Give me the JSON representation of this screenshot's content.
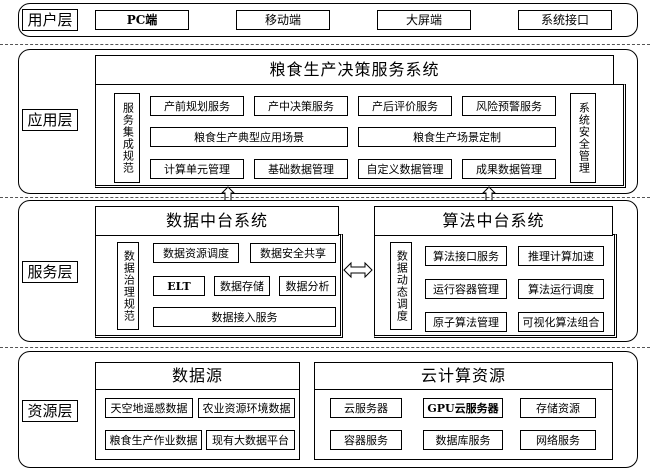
{
  "layers": {
    "user": {
      "label": "用户层",
      "items": [
        "PC端",
        "移动端",
        "大屏端",
        "系统接口"
      ]
    },
    "application": {
      "label": "应用层",
      "title": "粮食生产决策服务系统",
      "left_vertical": "服务集成规范",
      "right_vertical": "系统安全管理",
      "row1": [
        "产前规划服务",
        "产中决策服务",
        "产后评价服务",
        "风险预警服务"
      ],
      "row2": [
        "粮食生产典型应用场景",
        "粮食生产场景定制"
      ],
      "row3": [
        "计算单元管理",
        "基础数据管理",
        "自定义数据管理",
        "成果数据管理"
      ]
    },
    "service": {
      "label": "服务层",
      "data_platform": {
        "title": "数据中台系统",
        "vertical": "数据治理规范",
        "row1": [
          "数据资源调度",
          "数据安全共享"
        ],
        "row2": [
          "ELT",
          "数据存储",
          "数据分析"
        ],
        "row3": [
          "数据接入服务"
        ]
      },
      "algo_platform": {
        "title": "算法中台系统",
        "vertical": "数据动态调度",
        "items": [
          "算法接口服务",
          "推理计算加速",
          "运行容器管理",
          "算法运行调度",
          "原子算法管理",
          "可视化算法组合"
        ]
      }
    },
    "resource": {
      "label": "资源层",
      "data_source": {
        "title": "数据源",
        "items": [
          "天空地遥感数据",
          "农业资源环境数据",
          "粮食生产作业数据",
          "现有大数据平台"
        ]
      },
      "cloud": {
        "title": "云计算资源",
        "items": [
          "云服务器",
          "GPU云服务器",
          "存储资源",
          "容器服务",
          "数据库服务",
          "网络服务"
        ]
      }
    }
  }
}
